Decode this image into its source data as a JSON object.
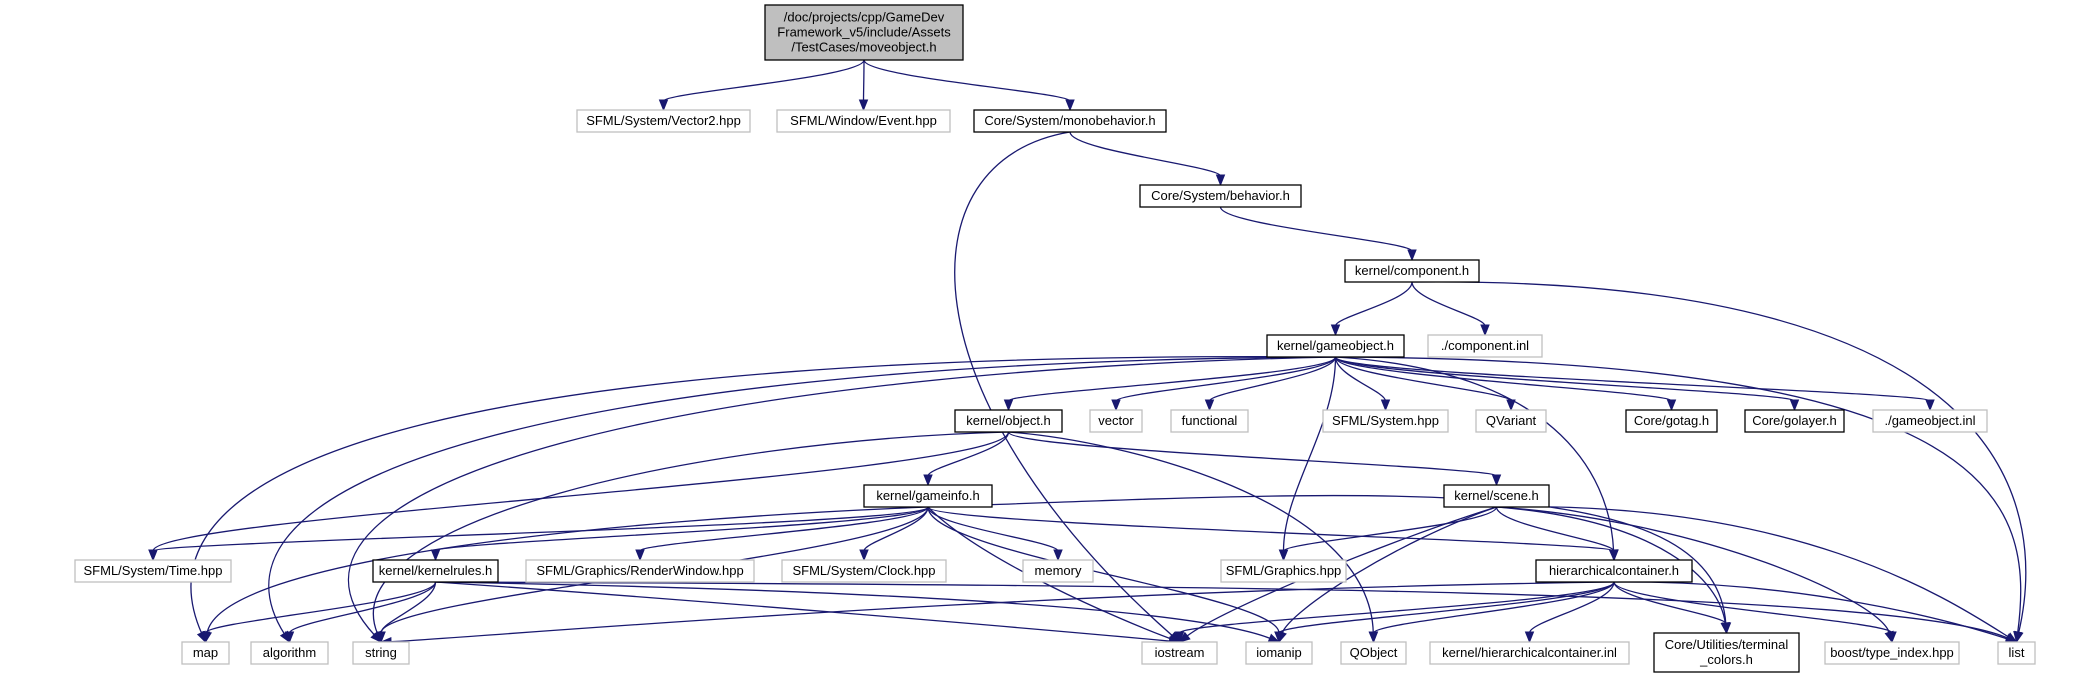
{
  "diagram": {
    "type": "include-dependency-graph",
    "colors": {
      "edge": "#191970",
      "root_fill": "#bfbfbf",
      "documented_border": "#000000",
      "external_border": "#bfbfbf",
      "external_text": "#000000"
    },
    "nodes": [
      {
        "id": "moveobject",
        "style": "root",
        "lines": [
          "/doc/projects/cpp/GameDev",
          "Framework_v5/include/Assets",
          "/TestCases/moveobject.h"
        ]
      },
      {
        "id": "vector2",
        "style": "external",
        "lines": [
          "SFML/System/Vector2.hpp"
        ]
      },
      {
        "id": "event",
        "style": "external",
        "lines": [
          "SFML/Window/Event.hpp"
        ]
      },
      {
        "id": "monobehavior",
        "style": "documented",
        "lines": [
          "Core/System/monobehavior.h"
        ]
      },
      {
        "id": "behavior",
        "style": "documented",
        "lines": [
          "Core/System/behavior.h"
        ]
      },
      {
        "id": "component",
        "style": "documented",
        "lines": [
          "kernel/component.h"
        ]
      },
      {
        "id": "component_inl",
        "style": "external",
        "lines": [
          "./component.inl"
        ]
      },
      {
        "id": "gameobject",
        "style": "documented",
        "lines": [
          "kernel/gameobject.h"
        ]
      },
      {
        "id": "object",
        "style": "documented",
        "lines": [
          "kernel/object.h"
        ]
      },
      {
        "id": "vector",
        "style": "external",
        "lines": [
          "vector"
        ]
      },
      {
        "id": "functional",
        "style": "external",
        "lines": [
          "functional"
        ]
      },
      {
        "id": "sfml_system",
        "style": "external",
        "lines": [
          "SFML/System.hpp"
        ]
      },
      {
        "id": "qvariant",
        "style": "external",
        "lines": [
          "QVariant"
        ]
      },
      {
        "id": "gotag",
        "style": "documented",
        "lines": [
          "Core/gotag.h"
        ]
      },
      {
        "id": "golayer",
        "style": "documented",
        "lines": [
          "Core/golayer.h"
        ]
      },
      {
        "id": "gameobject_inl",
        "style": "external",
        "lines": [
          "./gameobject.inl"
        ]
      },
      {
        "id": "gameinfo",
        "style": "documented",
        "lines": [
          "kernel/gameinfo.h"
        ]
      },
      {
        "id": "scene",
        "style": "documented",
        "lines": [
          "kernel/scene.h"
        ]
      },
      {
        "id": "time",
        "style": "external",
        "lines": [
          "SFML/System/Time.hpp"
        ]
      },
      {
        "id": "kernelrules",
        "style": "documented",
        "lines": [
          "kernel/kernelrules.h"
        ]
      },
      {
        "id": "renderwindow",
        "style": "external",
        "lines": [
          "SFML/Graphics/RenderWindow.hpp"
        ]
      },
      {
        "id": "clock",
        "style": "external",
        "lines": [
          "SFML/System/Clock.hpp"
        ]
      },
      {
        "id": "memory",
        "style": "external",
        "lines": [
          "memory"
        ]
      },
      {
        "id": "sfml_graphics",
        "style": "external",
        "lines": [
          "SFML/Graphics.hpp"
        ]
      },
      {
        "id": "hcontainer",
        "style": "documented",
        "lines": [
          "hierarchicalcontainer.h"
        ]
      },
      {
        "id": "map",
        "style": "external",
        "lines": [
          "map"
        ]
      },
      {
        "id": "algorithm",
        "style": "external",
        "lines": [
          "algorithm"
        ]
      },
      {
        "id": "string",
        "style": "external",
        "lines": [
          "string"
        ]
      },
      {
        "id": "iostream",
        "style": "external",
        "lines": [
          "iostream"
        ]
      },
      {
        "id": "iomanip",
        "style": "external",
        "lines": [
          "iomanip"
        ]
      },
      {
        "id": "qobject",
        "style": "external",
        "lines": [
          "QObject"
        ]
      },
      {
        "id": "hcontainer_inl",
        "style": "external",
        "lines": [
          "kernel/hierarchicalcontainer.inl"
        ]
      },
      {
        "id": "terminal_colors",
        "style": "documented",
        "lines": [
          "Core/Utilities/terminal",
          "_colors.h"
        ]
      },
      {
        "id": "type_index",
        "style": "external",
        "lines": [
          "boost/type_index.hpp"
        ]
      },
      {
        "id": "list",
        "style": "external",
        "lines": [
          "list"
        ]
      }
    ],
    "edges": [
      [
        "moveobject",
        "vector2"
      ],
      [
        "moveobject",
        "event"
      ],
      [
        "moveobject",
        "monobehavior"
      ],
      [
        "monobehavior",
        "behavior"
      ],
      [
        "monobehavior",
        "iostream"
      ],
      [
        "behavior",
        "component"
      ],
      [
        "component",
        "gameobject"
      ],
      [
        "component",
        "component_inl"
      ],
      [
        "component",
        "list"
      ],
      [
        "gameobject",
        "object"
      ],
      [
        "gameobject",
        "vector"
      ],
      [
        "gameobject",
        "functional"
      ],
      [
        "gameobject",
        "sfml_system"
      ],
      [
        "gameobject",
        "qvariant"
      ],
      [
        "gameobject",
        "gotag"
      ],
      [
        "gameobject",
        "golayer"
      ],
      [
        "gameobject",
        "gameobject_inl"
      ],
      [
        "gameobject",
        "sfml_graphics"
      ],
      [
        "gameobject",
        "hcontainer"
      ],
      [
        "gameobject",
        "list"
      ],
      [
        "gameobject",
        "map"
      ],
      [
        "gameobject",
        "algorithm"
      ],
      [
        "gameobject",
        "string"
      ],
      [
        "object",
        "gameinfo"
      ],
      [
        "object",
        "scene"
      ],
      [
        "object",
        "time"
      ],
      [
        "object",
        "string"
      ],
      [
        "object",
        "qobject"
      ],
      [
        "gameinfo",
        "time"
      ],
      [
        "gameinfo",
        "kernelrules"
      ],
      [
        "gameinfo",
        "renderwindow"
      ],
      [
        "gameinfo",
        "clock"
      ],
      [
        "gameinfo",
        "memory"
      ],
      [
        "gameinfo",
        "hcontainer"
      ],
      [
        "gameinfo",
        "terminal_colors"
      ],
      [
        "gameinfo",
        "map"
      ],
      [
        "gameinfo",
        "string"
      ],
      [
        "gameinfo",
        "iostream"
      ],
      [
        "gameinfo",
        "iomanip"
      ],
      [
        "scene",
        "sfml_graphics"
      ],
      [
        "scene",
        "hcontainer"
      ],
      [
        "scene",
        "iostream"
      ],
      [
        "scene",
        "iomanip"
      ],
      [
        "scene",
        "terminal_colors"
      ],
      [
        "scene",
        "type_index"
      ],
      [
        "scene",
        "list"
      ],
      [
        "kernelrules",
        "map"
      ],
      [
        "kernelrules",
        "algorithm"
      ],
      [
        "kernelrules",
        "string"
      ],
      [
        "kernelrules",
        "iostream"
      ],
      [
        "kernelrules",
        "iomanip"
      ],
      [
        "kernelrules",
        "list"
      ],
      [
        "hcontainer",
        "string"
      ],
      [
        "hcontainer",
        "iostream"
      ],
      [
        "hcontainer",
        "iomanip"
      ],
      [
        "hcontainer",
        "qobject"
      ],
      [
        "hcontainer",
        "hcontainer_inl"
      ],
      [
        "hcontainer",
        "terminal_colors"
      ],
      [
        "hcontainer",
        "type_index"
      ],
      [
        "hcontainer",
        "list"
      ]
    ]
  }
}
